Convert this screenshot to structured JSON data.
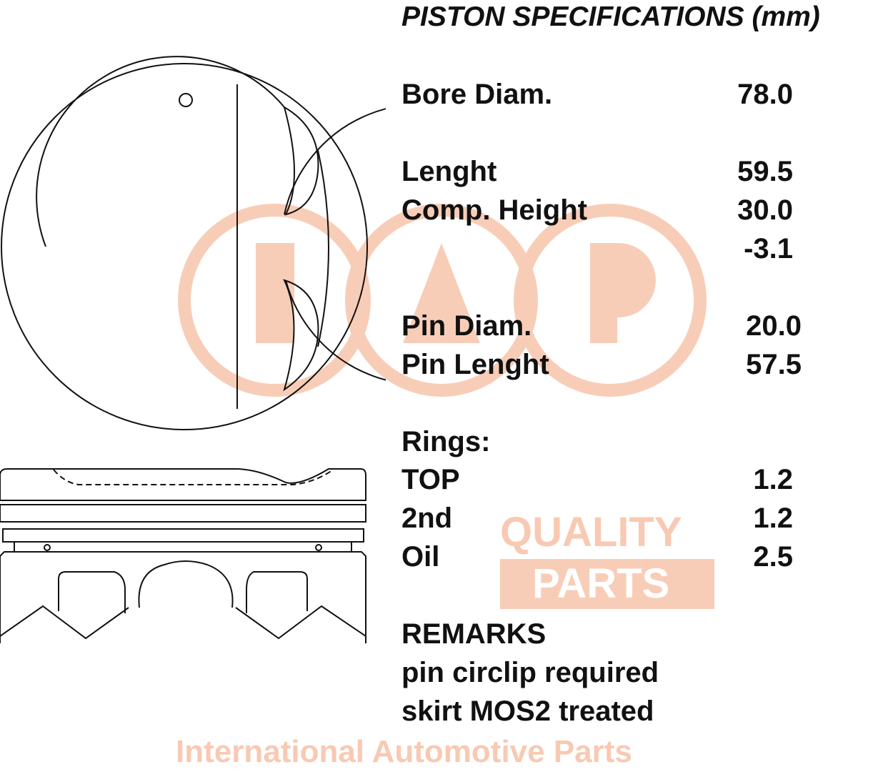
{
  "title": "PISTON SPECIFICATIONS (mm)",
  "specs": {
    "bore_label": "Bore Diam.",
    "bore_value": "78.0",
    "length_label": "Lenght",
    "length_value": "59.5",
    "comp_height_label": "Comp. Height",
    "comp_height_value": "30.0",
    "offset_value": "-3.1",
    "pin_diam_label": "Pin Diam.",
    "pin_diam_value": "20.0",
    "pin_length_label": "Pin Lenght",
    "pin_length_value": "57.5"
  },
  "rings": {
    "label": "Rings:",
    "top_label": "TOP",
    "top_value": "1.2",
    "second_label": "2nd",
    "second_value": "1.2",
    "oil_label": "Oil",
    "oil_value": "2.5"
  },
  "remarks": {
    "label": "REMARKS",
    "lines": [
      "pin circlip required",
      "skirt MOS2 treated"
    ]
  },
  "watermark": {
    "company": "International Automotive Parts",
    "quality": "QUALITY",
    "parts": "PARTS",
    "color": "#f6b89a"
  }
}
